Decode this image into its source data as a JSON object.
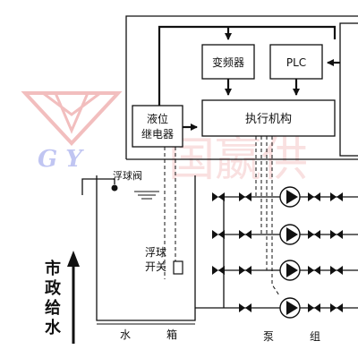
{
  "blocks": {
    "inverter": "变频器",
    "plc": "PLC",
    "actuator": "执行机构",
    "level_relay_line1": "液位",
    "level_relay_line2": "继电器"
  },
  "labels": {
    "float_valve": "浮球阀",
    "float_switch_line1": "浮球",
    "float_switch_line2": "开关",
    "tank_left": "水",
    "tank_right": "箱",
    "pump_group_left": "泵",
    "pump_group_right": "组",
    "municipal_supply": [
      "市",
      "政",
      "给",
      "水"
    ]
  },
  "watermark": {
    "logo_letters": "G Y",
    "company": "国嬴供"
  },
  "colors": {
    "line": "#111111",
    "watermark": "#e88a8a"
  }
}
